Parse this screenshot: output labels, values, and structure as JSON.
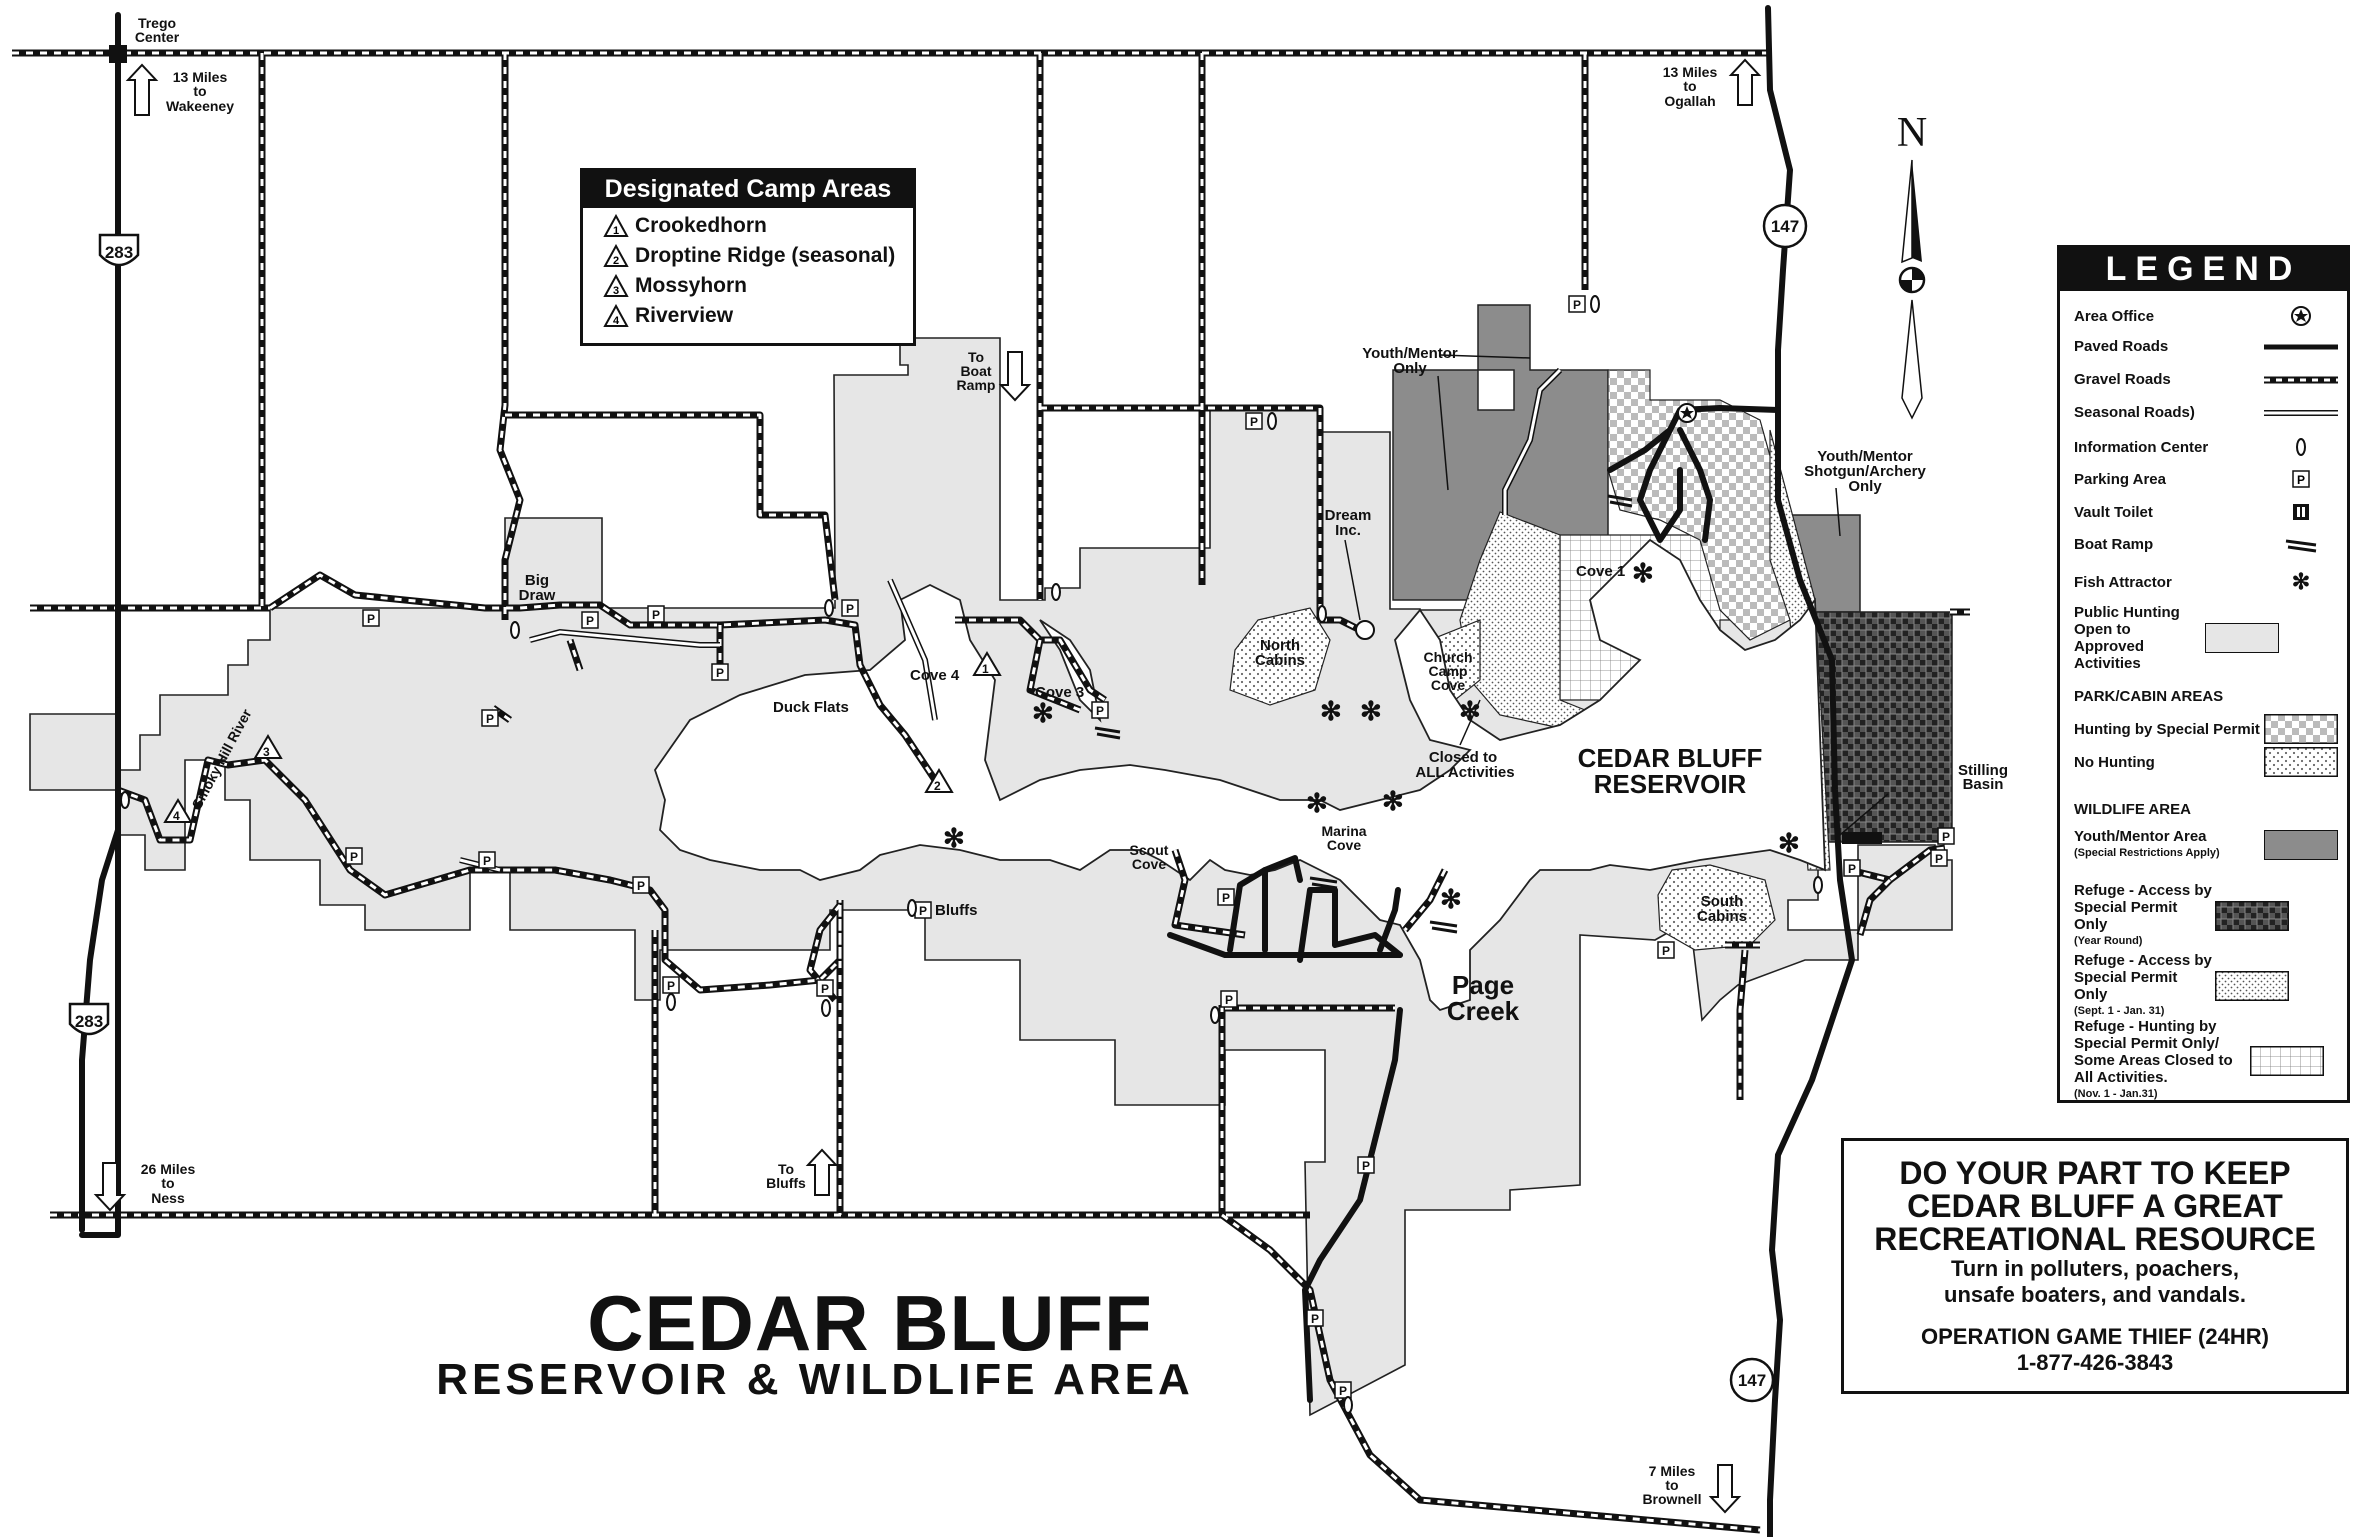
{
  "title": {
    "main": "CEDAR BLUFF",
    "sub": "RESERVOIR & WILDLIFE AREA"
  },
  "camp_areas": {
    "title": "Designated Camp Areas",
    "items": [
      {
        "num": "1",
        "label": "Crookedhorn"
      },
      {
        "num": "2",
        "label": "Droptine Ridge (seasonal)"
      },
      {
        "num": "3",
        "label": "Mossyhorn"
      },
      {
        "num": "4",
        "label": "Riverview"
      }
    ]
  },
  "legend": {
    "title": "LEGEND",
    "items": [
      {
        "label": "Area Office",
        "symbol": "star-circle-icon"
      },
      {
        "label": "Paved Roads",
        "symbol": "paved-line"
      },
      {
        "label": "Gravel Roads",
        "symbol": "gravel-line"
      },
      {
        "label": "Seasonal Roads)",
        "symbol": "seasonal-line"
      },
      {
        "label": "Information Center",
        "symbol": "info-icon"
      },
      {
        "label": "Parking Area",
        "symbol": "parking-icon"
      },
      {
        "label": "Vault Toilet",
        "symbol": "toilet-icon"
      },
      {
        "label": "Boat Ramp",
        "symbol": "boat-ramp-icon"
      },
      {
        "label": "Fish Attractor",
        "symbol": "fish-attractor-icon"
      },
      {
        "label": "Public Hunting Open to Approved Activities",
        "symbol": "light-gray-swatch"
      }
    ],
    "park_cabin_heading": "PARK/CABIN AREAS",
    "park_cabin_items": [
      {
        "label": "Hunting by Special Permit",
        "symbol": "checker-swatch"
      },
      {
        "label": "No Hunting",
        "symbol": "stipple-swatch"
      }
    ],
    "wildlife_heading": "WILDLIFE AREA",
    "wildlife_items": [
      {
        "label": "Youth/Mentor Area",
        "note": "(Special Restrictions Apply)",
        "symbol": "dark-gray-swatch"
      },
      {
        "label": "Refuge - Access by Special Permit Only",
        "note": "(Year Round)",
        "symbol": "dark-checker-swatch"
      },
      {
        "label": "Refuge - Access by Special Permit Only",
        "note": "(Sept. 1 - Jan. 31)",
        "symbol": "dot-swatch"
      },
      {
        "label": "Refuge - Hunting by Special Permit Only/ Some Areas Closed to All Activities.",
        "note": "(Nov. 1 - Jan.31)",
        "symbol": "grid-swatch"
      }
    ]
  },
  "notice": {
    "line1": "DO YOUR PART TO KEEP",
    "line2": "CEDAR BLUFF A GREAT",
    "line3": "RECREATIONAL RESOURCE",
    "line4": "Turn in polluters, poachers,",
    "line5": "unsafe boaters, and vandals.",
    "line6": "OPERATION GAME THIEF (24HR)",
    "line7": "1-877-426-3843"
  },
  "map_labels": {
    "trego_center": [
      "Trego",
      "Center"
    ],
    "wakeeney": [
      "13 Miles",
      "to",
      "Wakeeney"
    ],
    "ogallah": [
      "13 Miles",
      "to",
      "Ogallah"
    ],
    "boat_ramp": [
      "To",
      "Boat",
      "Ramp"
    ],
    "ness": [
      "26 Miles",
      "to",
      "Ness"
    ],
    "bluffs_dir": [
      "To",
      "Bluffs"
    ],
    "brownell": [
      "7 Miles",
      "to",
      "Brownell"
    ],
    "big_draw": [
      "Big",
      "Draw"
    ],
    "smoky_hill": "Smoky Hill River",
    "duck_flats": "Duck Flats",
    "cove4": "Cove 4",
    "cove3": "Cove 3",
    "cove1": "Cove 1",
    "north_cabins": [
      "North",
      "Cabins"
    ],
    "dream_inc": [
      "Dream",
      "Inc."
    ],
    "church_camp": [
      "Church",
      "Camp",
      "Cove"
    ],
    "closed": [
      "Closed to",
      "ALL Activities"
    ],
    "reservoir": [
      "CEDAR BLUFF",
      "RESERVOIR"
    ],
    "youth_mentor1": [
      "Youth/Mentor",
      "Only"
    ],
    "youth_mentor2": [
      "Youth/Mentor",
      "Shotgun/Archery",
      "Only"
    ],
    "stilling": [
      "Stilling",
      "Basin"
    ],
    "scout_cove": [
      "Scout",
      "Cove"
    ],
    "marina_cove": [
      "Marina",
      "Cove"
    ],
    "bluffs": "Bluffs",
    "page_creek": [
      "Page",
      "Creek"
    ],
    "south_cabins": [
      "South",
      "Cabins"
    ],
    "north_arrow": "N",
    "hwy283": "283",
    "hwy147": "147",
    "parking": "P"
  }
}
